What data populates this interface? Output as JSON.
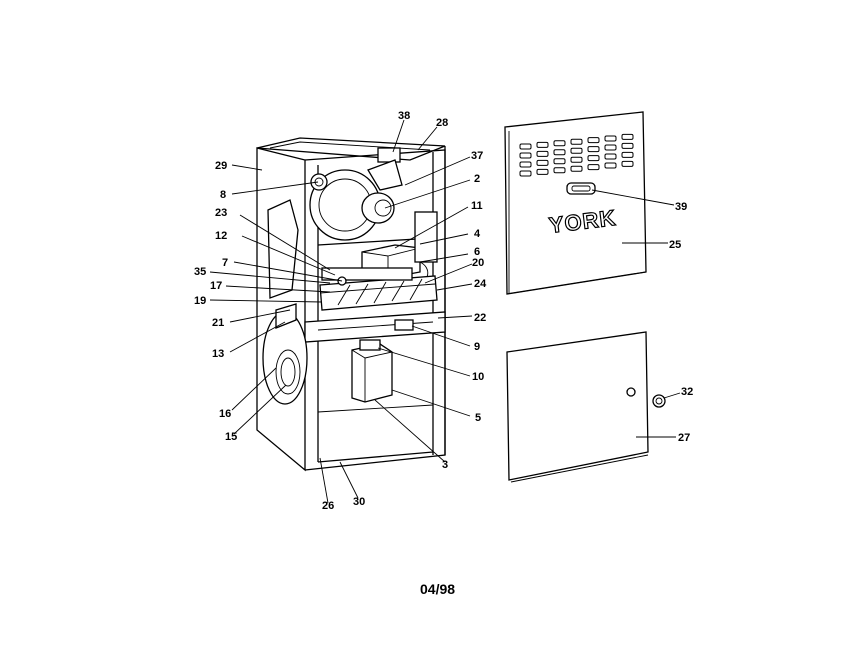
{
  "brand": "YORK",
  "date_code": "04/98",
  "part_labels": [
    {
      "text": "38"
    },
    {
      "text": "28"
    },
    {
      "text": "29"
    },
    {
      "text": "37"
    },
    {
      "text": "8"
    },
    {
      "text": "2"
    },
    {
      "text": "23"
    },
    {
      "text": "11"
    },
    {
      "text": "12"
    },
    {
      "text": "4"
    },
    {
      "text": "6"
    },
    {
      "text": "7"
    },
    {
      "text": "20"
    },
    {
      "text": "35"
    },
    {
      "text": "17"
    },
    {
      "text": "24"
    },
    {
      "text": "19"
    },
    {
      "text": "21"
    },
    {
      "text": "22"
    },
    {
      "text": "13"
    },
    {
      "text": "9"
    },
    {
      "text": "10"
    },
    {
      "text": "16"
    },
    {
      "text": "15"
    },
    {
      "text": "5"
    },
    {
      "text": "3"
    },
    {
      "text": "26"
    },
    {
      "text": "30"
    },
    {
      "text": "39"
    },
    {
      "text": "25"
    },
    {
      "text": "32"
    },
    {
      "text": "27"
    }
  ]
}
